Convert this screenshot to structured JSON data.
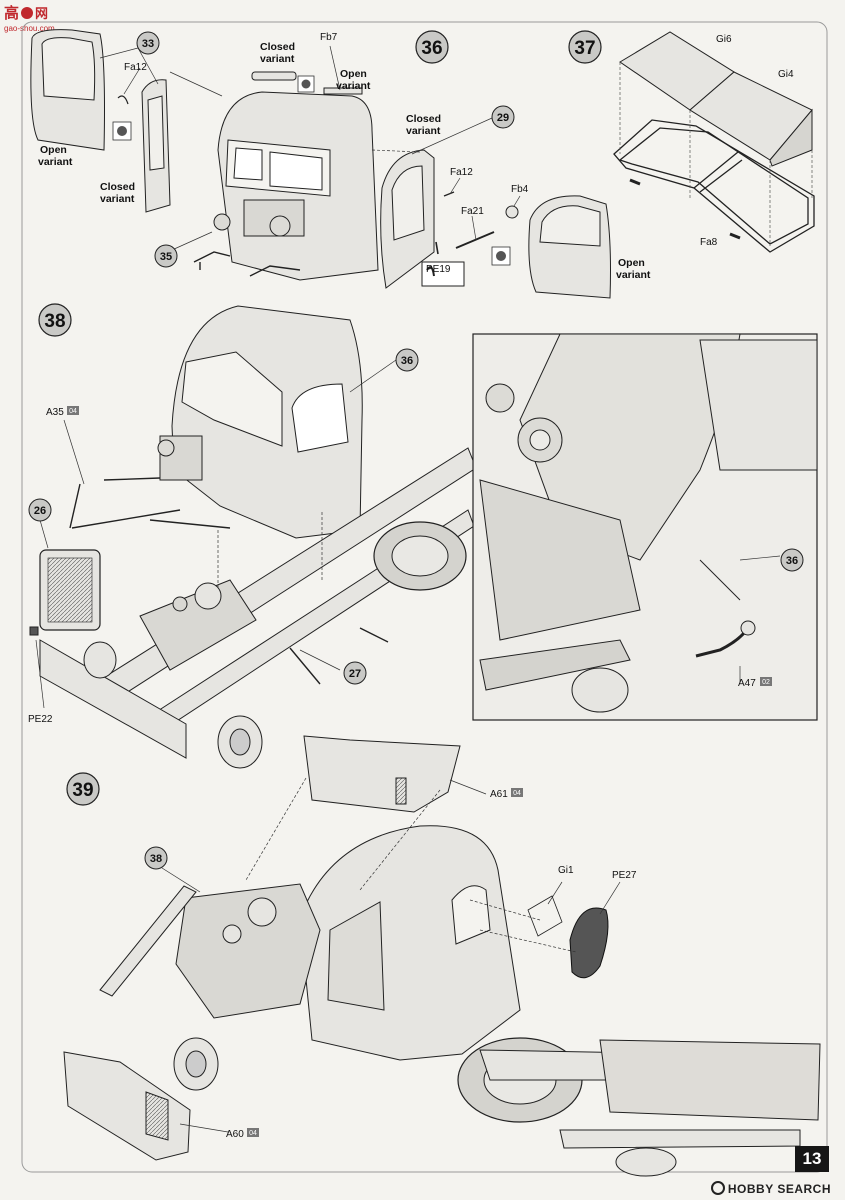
{
  "watermark_corner": {
    "title": "高",
    "icon": "red-logo",
    "sub": "gao-shou.com"
  },
  "step36": {
    "number": "36",
    "labels": {
      "ref33": "33",
      "fa12_left": "Fa12",
      "open_variant_1": "Open",
      "open_variant_2": "variant",
      "closed_left_1": "Closed",
      "closed_left_2": "variant",
      "ref35": "35",
      "closed_top_1": "Closed",
      "closed_top_2": "variant",
      "fb7": "Fb7",
      "open_top_1": "Open",
      "open_top_2": "variant",
      "closed_right_1": "Closed",
      "closed_right_2": "variant",
      "ref29": "29",
      "fa12_right": "Fa12",
      "fa21": "Fa21",
      "fb4": "Fb4",
      "pe19": "PE19",
      "open_right_1": "Open",
      "open_right_2": "variant"
    }
  },
  "step37": {
    "number": "37",
    "labels": {
      "gi6": "Gi6",
      "gi4": "Gi4",
      "fa8": "Fa8"
    }
  },
  "step38": {
    "number": "38",
    "labels": {
      "a35": "A35",
      "a35_badge": "04",
      "ref36": "36",
      "ref26": "26",
      "pe22": "PE22",
      "ref27": "27",
      "ref36b": "36",
      "a47": "A47",
      "a47_badge": "02"
    }
  },
  "step39": {
    "number": "39",
    "labels": {
      "a61": "A61",
      "a61_badge": "04",
      "ref38": "38",
      "gi1": "Gi1",
      "pe27": "PE27",
      "a60": "A60",
      "a60_badge": "04"
    }
  },
  "page_number": "13",
  "hobby_search": "HOBBY SEARCH"
}
